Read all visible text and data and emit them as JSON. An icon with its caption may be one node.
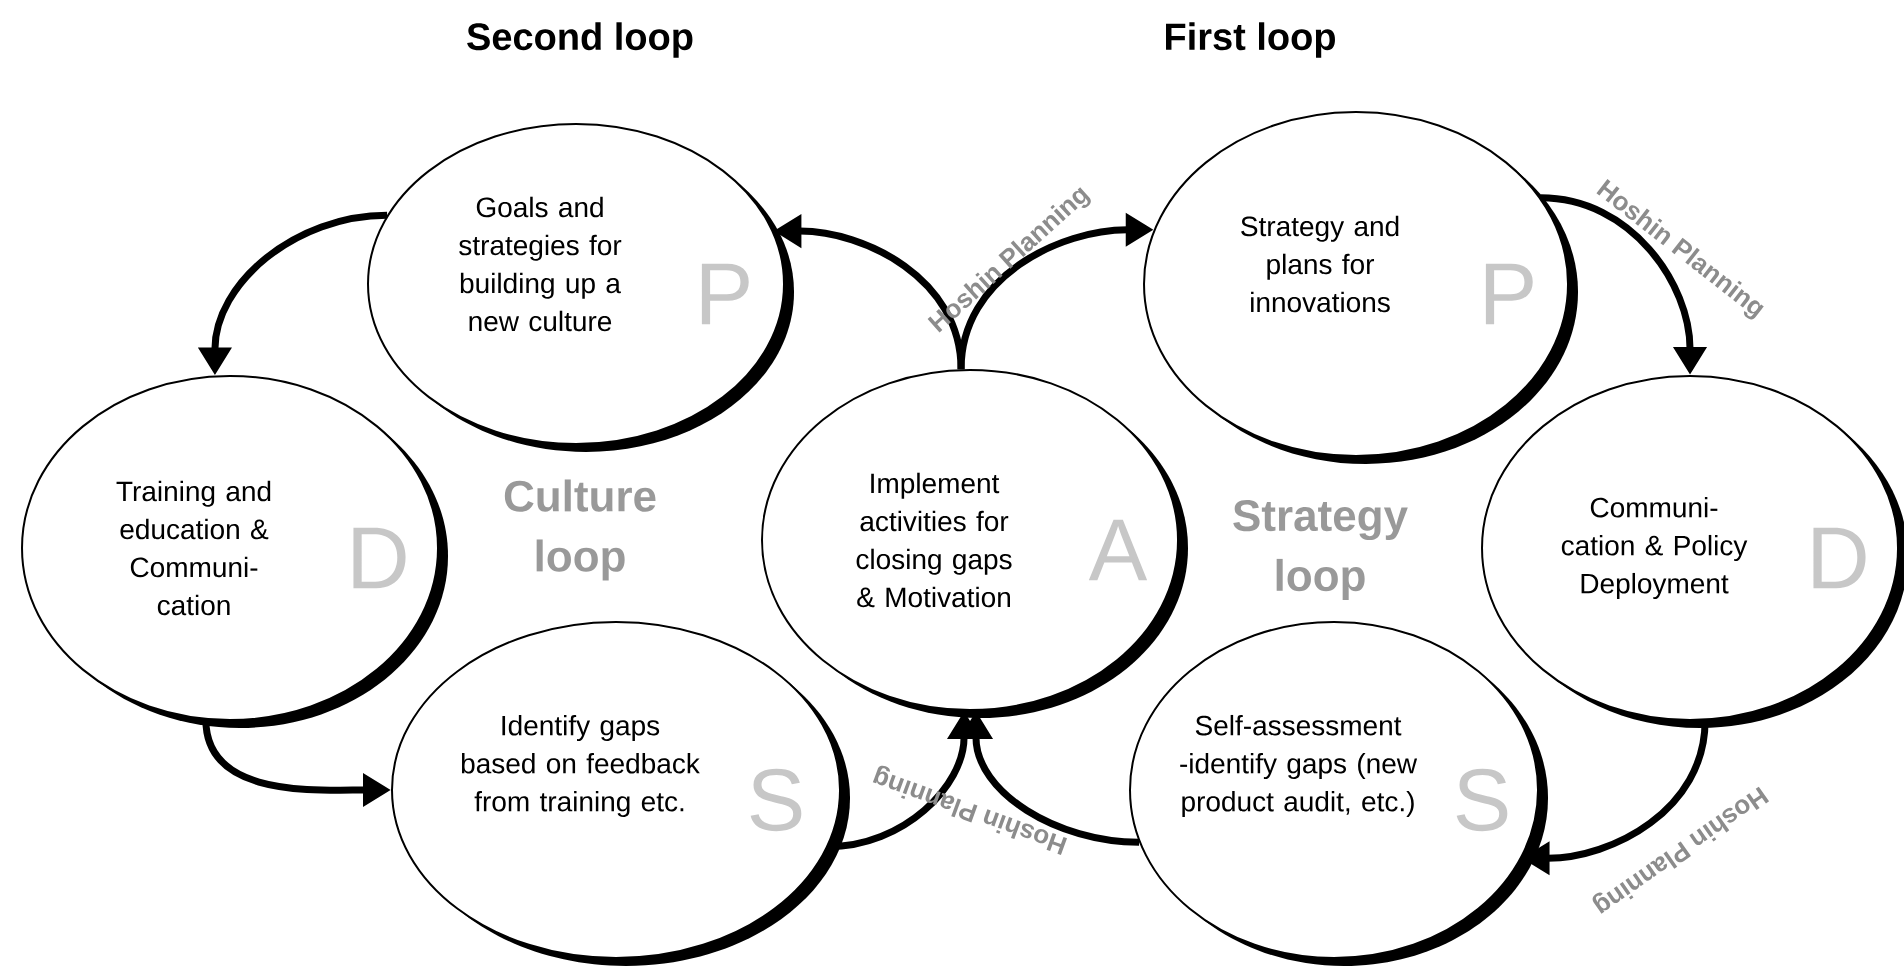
{
  "diagram": {
    "nodes": [
      {
        "text": [
          "Goals and strategies for building up a new culture",
          "P"
        ]
      },
      {
        "text": [
          "Training and education & Communi- cation",
          "D"
        ]
      },
      {
        "text": [
          "Identify gaps based on feedback from training etc.",
          "S"
        ]
      },
      {
        "text": [
          "Implement activities for closing gaps & Motivation",
          "A"
        ]
      },
      {
        "text": [
          "Strategy and plans for innovations",
          "P"
        ]
      },
      {
        "text": [
          "Communi- cation & Policy Deployment",
          "D"
        ]
      },
      {
        "text": [
          "Self-assessment -identify gaps (new product audit, etc.)",
          "S"
        ]
      }
    ],
    "edges": [
      {
        "from": 0,
        "to": 1,
        "arrow": "to"
      },
      {
        "from": 1,
        "to": 2,
        "arrow": "to"
      },
      {
        "from": 2,
        "to": 3,
        "arrow": "to"
      },
      {
        "from": 3,
        "to": 0,
        "arrow": "to"
      },
      {
        "from": 3,
        "to": 4,
        "arrow": "to"
      },
      {
        "from": 4,
        "to": 5,
        "arrow": "to"
      },
      {
        "from": 5,
        "to": 6,
        "arrow": "to"
      },
      {
        "from": 6,
        "to": 3,
        "arrow": "to"
      }
    ],
    "labels": [
      "Second loop",
      "First loop",
      "Hoshin Planning",
      "Hoshin Planning",
      "Culture loop",
      "Strategy loop",
      "Hoshin Planning",
      "Hoshin Planning"
    ]
  }
}
